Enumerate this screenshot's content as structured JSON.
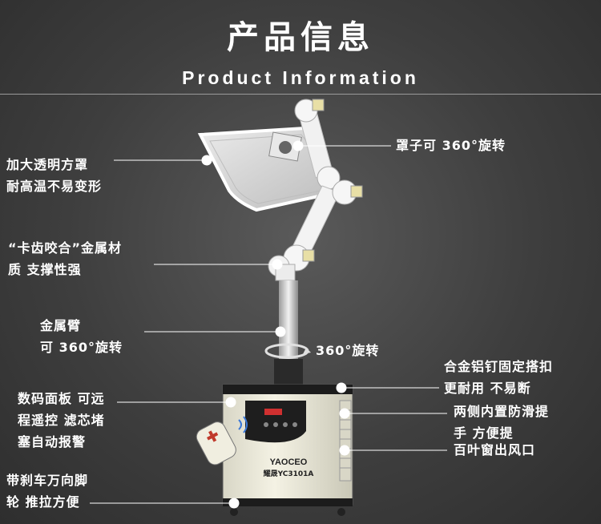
{
  "header": {
    "title": "产品信息",
    "subtitle": "Product Information"
  },
  "callouts": {
    "hood": [
      "加大透明方罩",
      "耐高温不易变形"
    ],
    "joint": [
      "“卡齿咬合”金属材",
      "质 支撑性强"
    ],
    "arm": [
      "金属臂",
      "可 360°旋转"
    ],
    "panel": [
      "数码面板 可远",
      "程遥控 滤芯堵",
      "塞自动报警"
    ],
    "wheels": [
      "带刹车万向脚",
      "轮 推拉方便"
    ],
    "cover_rotate": "罩子可 360°旋转",
    "base_rotate": "360°旋转",
    "rivet": [
      "合金铝钉固定搭扣",
      "更耐用 不易断"
    ],
    "handle": [
      "两侧内置防滑提",
      "手 方便提"
    ],
    "vent": "百叶窗出风口"
  },
  "product": {
    "brand": "YAOCEO",
    "model": "耀晟YC3101A"
  }
}
